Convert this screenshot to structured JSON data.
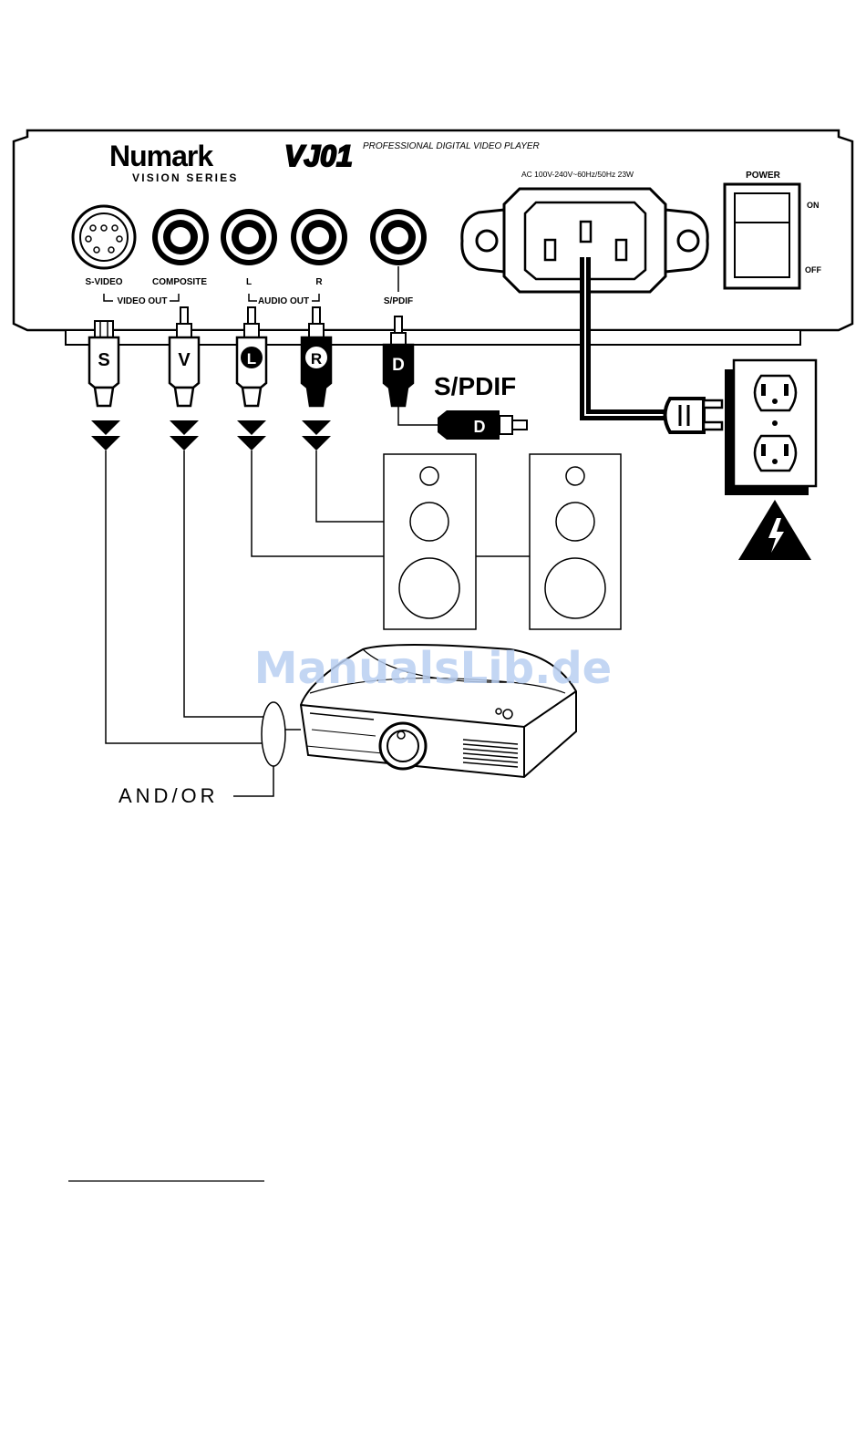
{
  "brand": {
    "name": "Numark",
    "series": "VISION SERIES",
    "model": "VJ01",
    "tagline": "PROFESSIONAL DIGITAL VIDEO PLAYER"
  },
  "power_rating": "AC 100V-240V~60Hz/50Hz 23W",
  "power_switch": {
    "title": "POWER",
    "on": "ON",
    "off": "OFF"
  },
  "ports": {
    "svideo": "S-VIDEO",
    "composite": "COMPOSITE",
    "left": "L",
    "right": "R",
    "spdif": "S/PDIF",
    "video_out": "VIDEO OUT",
    "audio_out": "AUDIO OUT"
  },
  "plugs": {
    "s": "S",
    "v": "V",
    "l": "L",
    "r": "R",
    "d": "D",
    "d2": "D"
  },
  "spdif_callout": "S/PDIF",
  "and_or": "AND/OR",
  "watermark": "ManualsLib.de",
  "icons": [
    "power-plug-icon",
    "wall-outlet-icon",
    "high-voltage-warning-icon",
    "speaker-icon",
    "projector-icon"
  ]
}
